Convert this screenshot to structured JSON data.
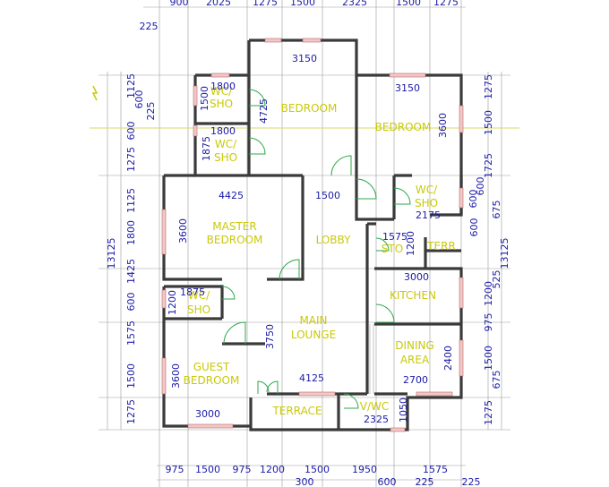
{
  "rooms": {
    "bedroom_top": "BEDROOM",
    "bedroom_right": "BEDROOM",
    "wc_top_1": "WC/",
    "wc_top_2": "SHO",
    "wc_mid_1": "WC/",
    "wc_mid_2": "SHO",
    "wc_right_1": "WC/",
    "wc_right_2": "SHO",
    "master_1": "MASTER",
    "master_2": "BEDROOM",
    "lobby": "LOBBY",
    "store": "STO",
    "terr": "TERR",
    "kitchen": "KITCHEN",
    "wc_left_1": "WC/",
    "wc_left_2": "SHO",
    "lounge_1": "MAIN",
    "lounge_2": "LOUNGE",
    "dining_1": "DINING",
    "dining_2": "AREA",
    "guest_1": "GUEST",
    "guest_2": "BEDROOM",
    "terrace": "TERRACE",
    "vwc": "V/WC"
  },
  "dims": {
    "top": [
      "900",
      "2025",
      "1275",
      "1500",
      "2325",
      "1500",
      "1275"
    ],
    "bottom": [
      "975",
      "1500",
      "975",
      "1200",
      "1500",
      "1950",
      "1575"
    ],
    "bottom_row2": [
      "300",
      "600",
      "225",
      "225"
    ],
    "left_col": [
      "1125",
      "600",
      "225",
      "600",
      "1275",
      "1125",
      "1800",
      "1425",
      "600",
      "1575",
      "1500",
      "1275"
    ],
    "left_total": "13125",
    "top_left": "225",
    "right_col": [
      "1275",
      "1500",
      "1725",
      "600",
      "675",
      "600",
      "525",
      "1200",
      "975",
      "1500",
      "675",
      "1275"
    ],
    "right_total": "13125",
    "interior": {
      "d3150a": "3150",
      "d3150b": "3150",
      "d1800a": "1800",
      "d1800b": "1800",
      "d1500a": "1500",
      "d1875a": "1875",
      "d4725": "4725",
      "d3600a": "3600",
      "d4425": "4425",
      "d1500b": "1500",
      "d3600b": "3600",
      "d1575": "1575",
      "d1200a": "1200",
      "d3000a": "3000",
      "d2175": "2175",
      "d600a": "600",
      "d1875b": "1875",
      "d1200b": "1200",
      "d3750": "3750",
      "d3600c": "3600",
      "d4125": "4125",
      "d2700": "2700",
      "d2400": "2400",
      "d3000b": "3000",
      "d2325": "2325",
      "d1050": "1050"
    }
  }
}
